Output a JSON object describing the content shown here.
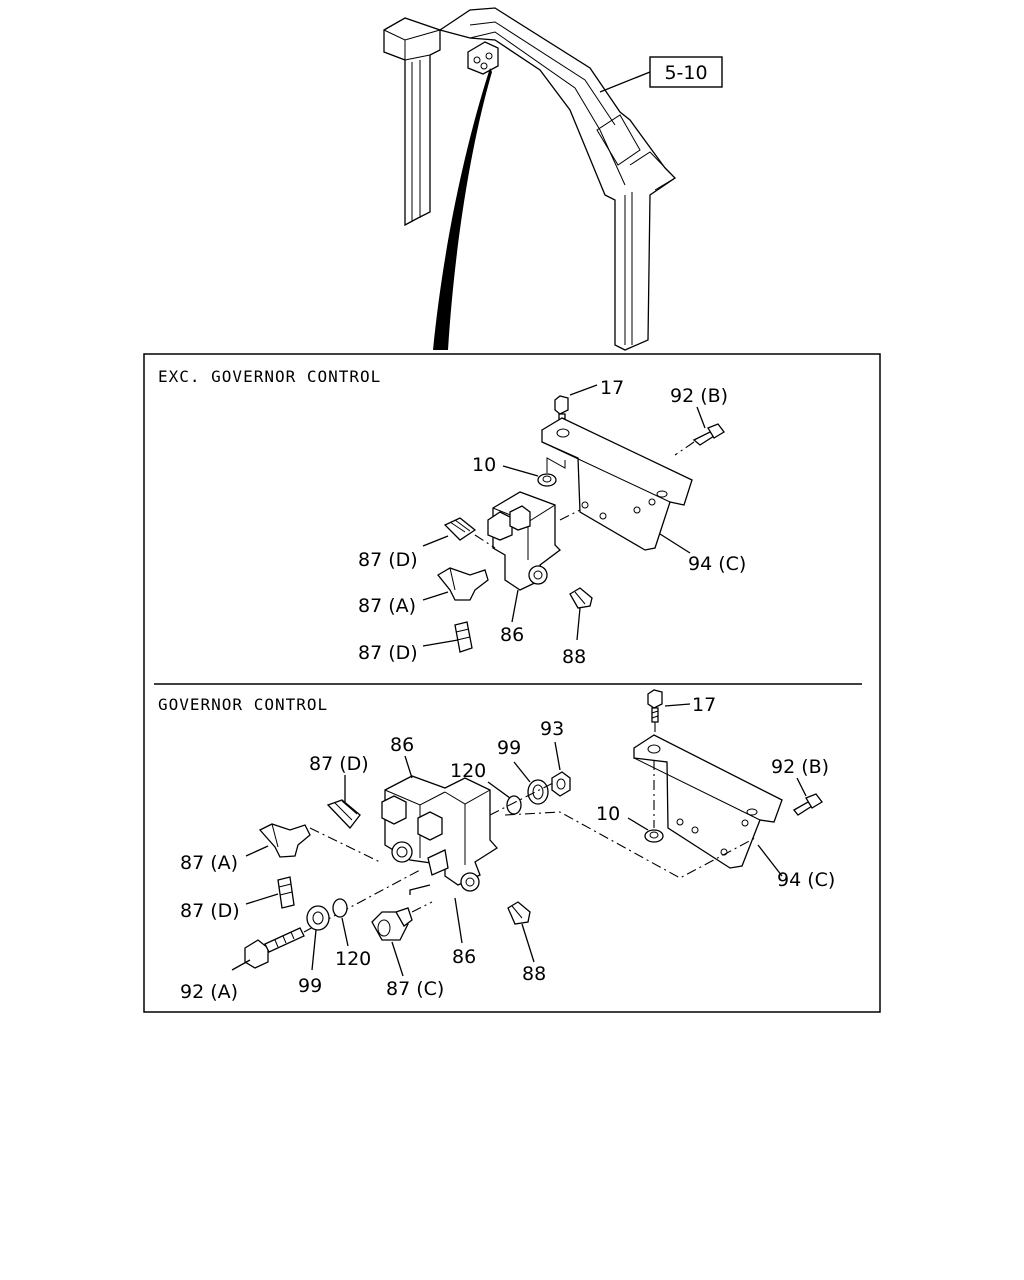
{
  "reference": "5-10",
  "top_section": {
    "title": "EXC. GOVERNOR CONTROL",
    "labels": {
      "p17": "17",
      "p92b": "92 (B)",
      "p10": "10",
      "p87d_1": "87 (D)",
      "p94c": "94 (C)",
      "p87a": "87 (A)",
      "p86": "86",
      "p87d_2": "87 (D)",
      "p88": "88"
    }
  },
  "bottom_section": {
    "title": "GOVERNOR CONTROL",
    "labels": {
      "p17": "17",
      "p86a": "86",
      "p99a": "99",
      "p93": "93",
      "p87d_1": "87 (D)",
      "p120a": "120",
      "p92b": "92 (B)",
      "p10": "10",
      "p87a": "87 (A)",
      "p94c": "94 (C)",
      "p87d_2": "87 (D)",
      "p120b": "120",
      "p86b": "86",
      "p88": "88",
      "p92a": "92 (A)",
      "p99b": "99",
      "p87c": "87 (C)"
    }
  }
}
